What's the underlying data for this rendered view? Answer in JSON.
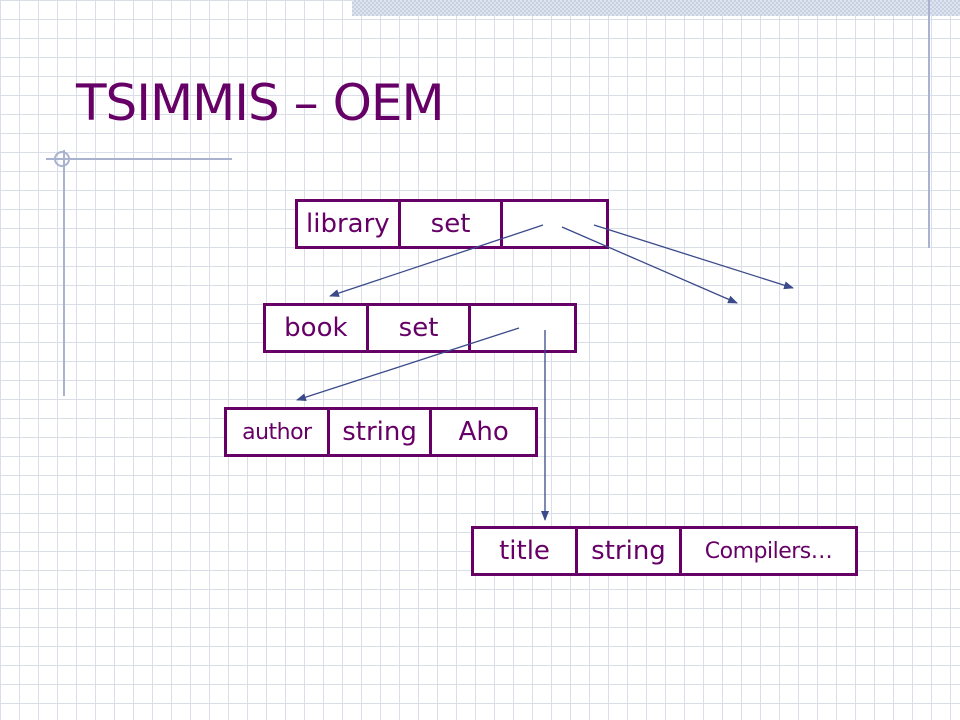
{
  "slide": {
    "title": "TSIMMIS – OEM"
  },
  "nodes": {
    "library": {
      "label": "library",
      "type": "set",
      "value": ""
    },
    "book": {
      "label": "book",
      "type": "set",
      "value": ""
    },
    "author": {
      "label": "author",
      "type": "string",
      "value": "Aho"
    },
    "title": {
      "label": "title",
      "type": "string",
      "value": "Compilers…"
    }
  },
  "colors": {
    "title_text": "#660066",
    "node_border": "#660066",
    "arrow": "#3a4a8a",
    "grid": "#d9dee8",
    "accent_rule": "#a9b3cf"
  }
}
